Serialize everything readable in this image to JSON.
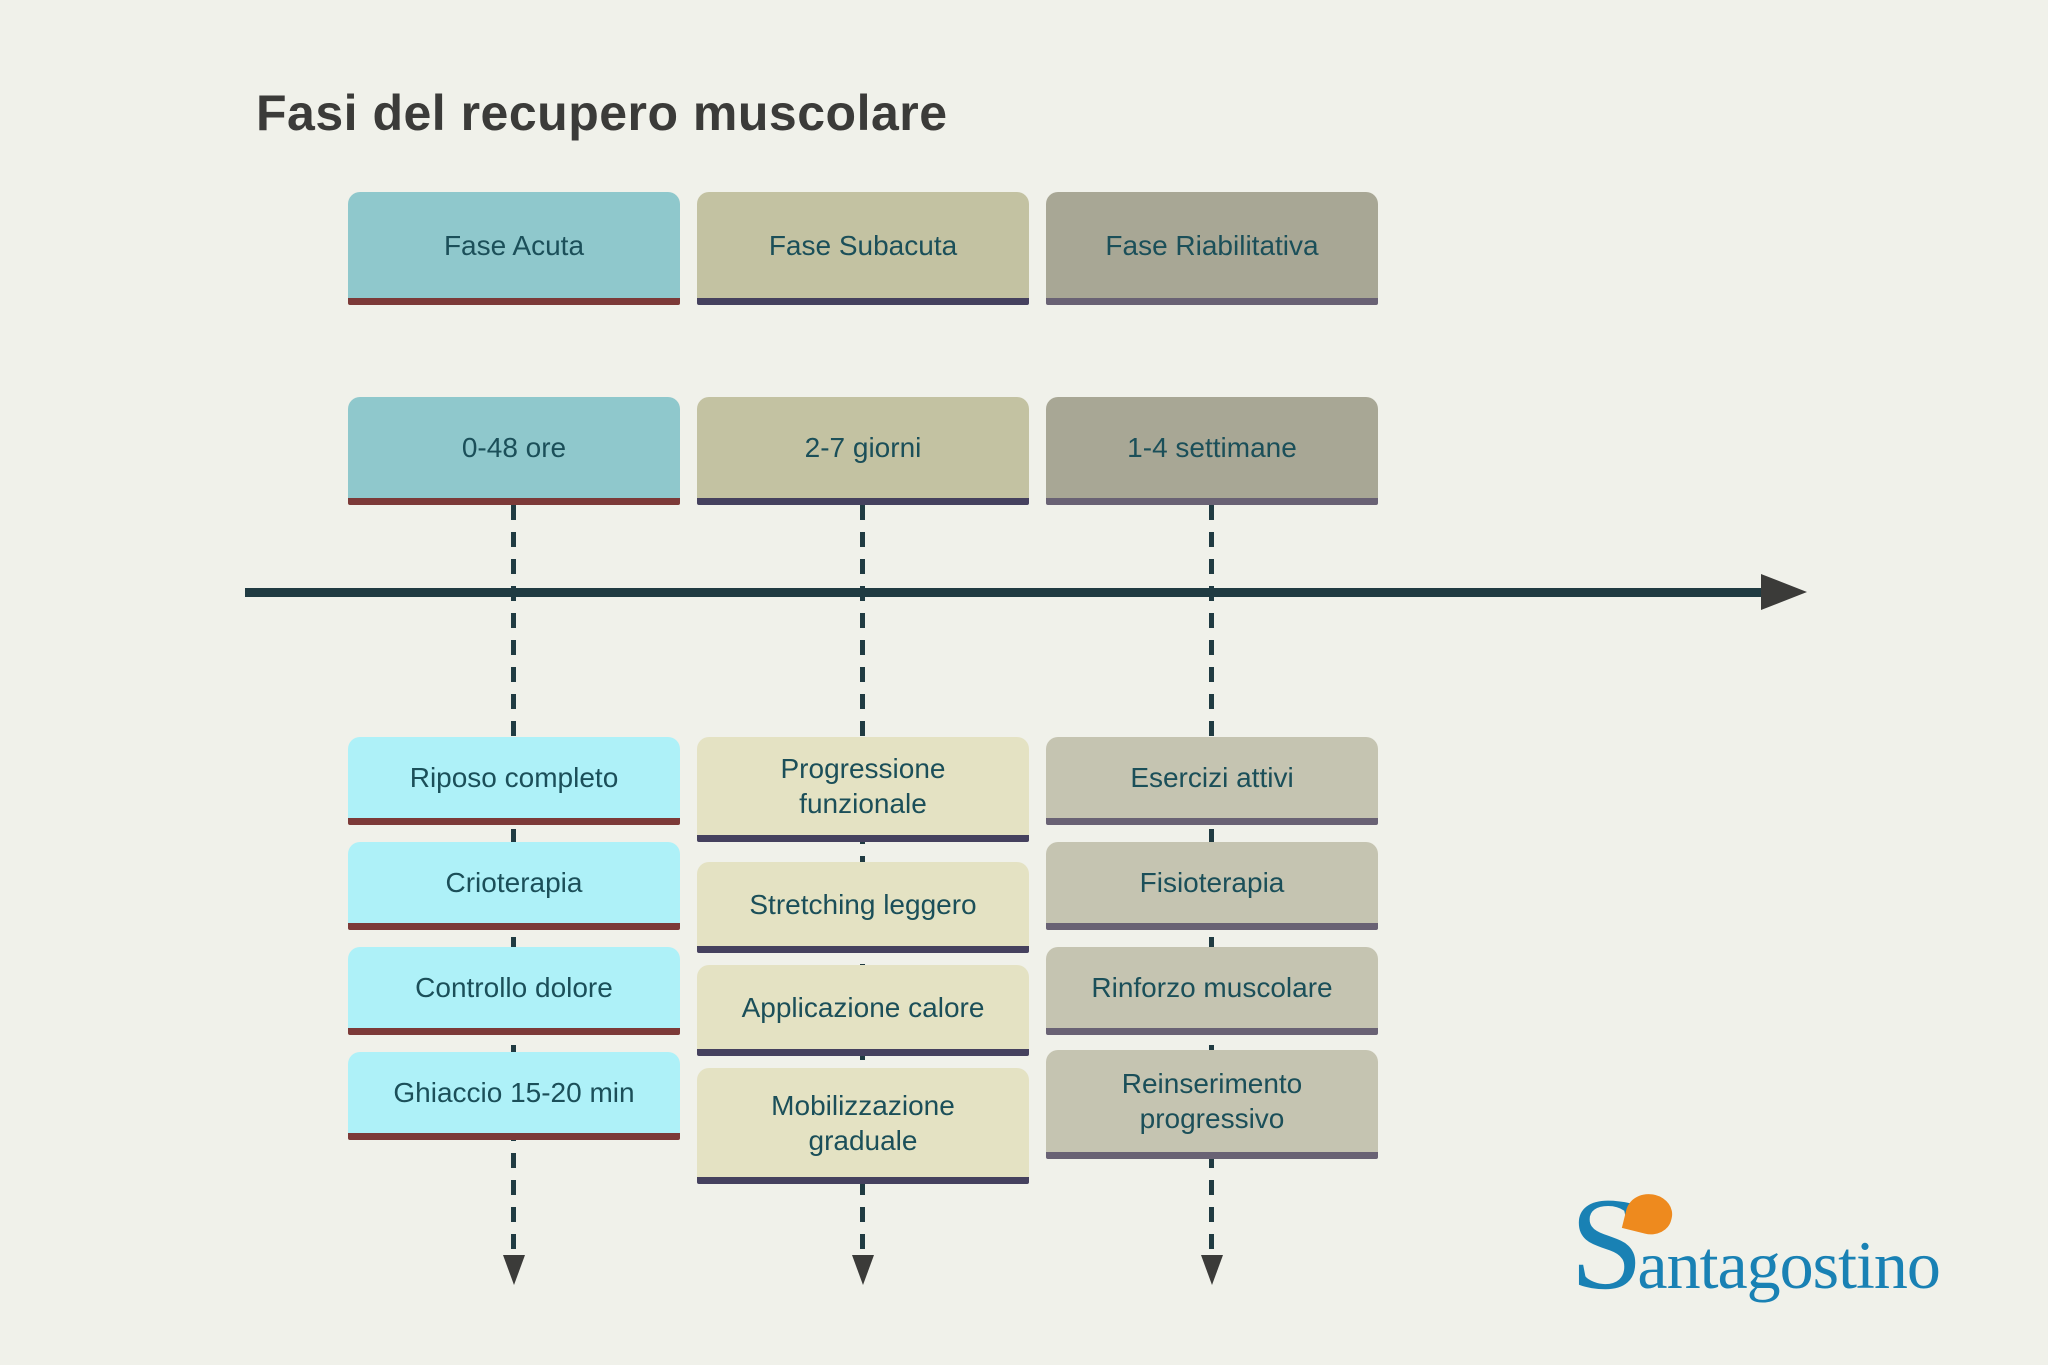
{
  "title": "Fasi del recupero muscolare",
  "phases": [
    {
      "name": "Fase Acuta",
      "duration": "0-48 ore",
      "items": [
        "Riposo completo",
        "Crioterapia",
        "Controllo dolore",
        "Ghiaccio 15-20 min"
      ],
      "header_bg": "#8fc8cc",
      "item_bg": "#aef1f8",
      "accent": "#7c3a38"
    },
    {
      "name": "Fase Subacuta",
      "duration": "2-7 giorni",
      "items": [
        "Progressione funzionale",
        "Stretching leggero",
        "Applicazione calore",
        "Mobilizzazione graduale"
      ],
      "header_bg": "#c3c2a2",
      "item_bg": "#e4e2c3",
      "accent": "#45415e"
    },
    {
      "name": "Fase Riabilitativa",
      "duration": "1-4 settimane",
      "items": [
        "Esercizi attivi",
        "Fisioterapia",
        "Rinforzo muscolare",
        "Reinserimento progressivo"
      ],
      "header_bg": "#a8a795",
      "item_bg": "#c5c4b1",
      "accent": "#696274"
    }
  ],
  "logo": {
    "initial": "S",
    "rest": "antagostino",
    "blue": "#1981b4",
    "orange": "#ee8a1e"
  },
  "colors": {
    "background": "#f0f1ea",
    "timeline": "#203b42",
    "arrow": "#3b3b39",
    "box_text": "#1b4f59",
    "title_text": "#3b3b39"
  }
}
